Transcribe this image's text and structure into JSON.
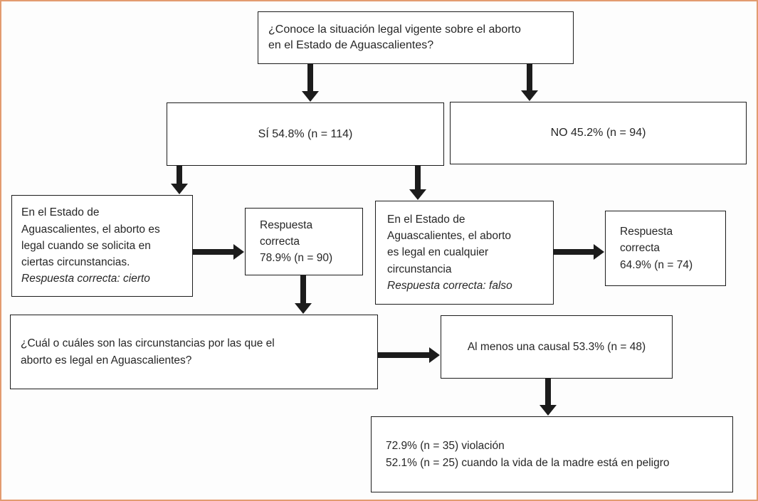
{
  "page": {
    "border_color": "#e29b70",
    "background_color": "#ffffff",
    "box_border_color": "#1c1c1c"
  },
  "flowchart": {
    "top_question": {
      "text": "¿Conoce la situación legal vigente sobre el aborto\nen el Estado de Aguascalientes?"
    },
    "yes_result": {
      "text": "SÍ 54.8% (n = 114)"
    },
    "no_result": {
      "text": "NO 45.2% (n = 94)"
    },
    "certain_statement": {
      "text": "En el Estado de\nAguascalientes, el aborto es\nlegal cuando se solicita en\nciertas circunstancias.",
      "note": "Respuesta correcta: cierto"
    },
    "certain_correct": {
      "text": "Respuesta\ncorrecta\n78.9% (n = 90)"
    },
    "any_statement": {
      "text": "En el Estado de\nAguascalientes, el aborto\nes legal en cualquier\ncircunstancia",
      "note": "Respuesta correcta: falso"
    },
    "any_correct": {
      "text": "Respuesta\ncorrecta\n64.9% (n = 74)"
    },
    "which_question": {
      "text": "¿Cuál o cuáles son las circunstancias por las que el\naborto es legal en Aguascalientes?"
    },
    "at_least_one": {
      "text": "Al menos una causal 53.3% (n = 48)"
    },
    "causes": {
      "text": "72.9% (n = 35) violación\n52.1% (n = 25) cuando la vida de la madre está en peligro"
    }
  }
}
